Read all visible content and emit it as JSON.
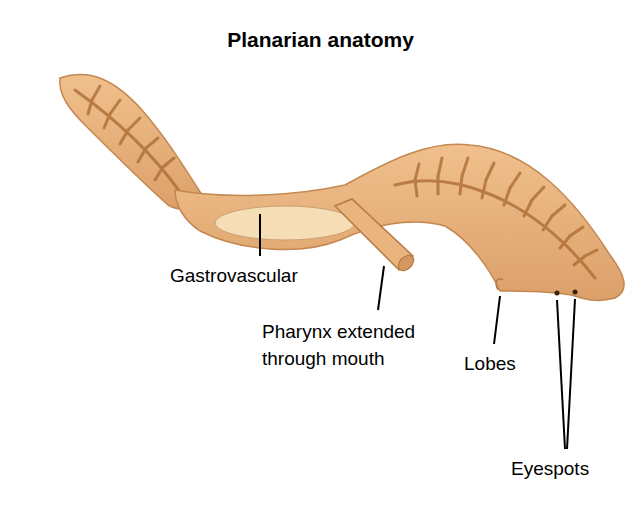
{
  "diagram": {
    "title": "Planarian anatomy",
    "labels": [
      "Gastrovascular",
      "Pharynx extended through mouth",
      "Lobes",
      "Eyespots"
    ]
  }
}
